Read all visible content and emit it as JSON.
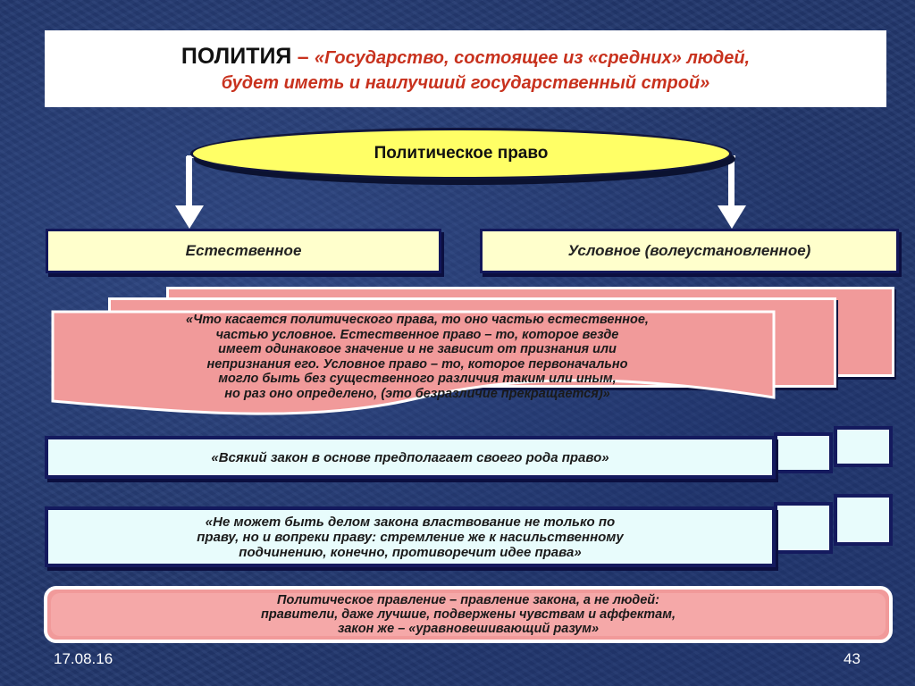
{
  "title": {
    "term": "ПОЛИТИЯ",
    "dash": "–",
    "quote_line1": "«Государство, состоящее из «средних» людей,",
    "quote_line2": "будет иметь и наилучший государственный строй»"
  },
  "diagram": {
    "root_label": "Политическое право",
    "left_label": "Естественное",
    "right_label": "Условное (волеустановленное)"
  },
  "quotes": {
    "pink_lines": [
      "«Что касается политического права, то оно частью естественное,",
      "частью условное. Естественное право – то, которое везде",
      "имеет одинаковое значение и не зависит от признания или",
      "непризнания его. Условное право – то, которое первоначально",
      "могло быть без существенного различия таким или иным,",
      "но раз оно определено, (это безразличие прекращается)»"
    ],
    "cyan1": "«Всякий закон в основе предполагает своего рода право»",
    "cyan2_lines": [
      "«Не может быть делом закона властвование не только по",
      "праву, но и вопреки праву: стремление же к насильственному",
      "подчинению, конечно, противоречит идее права»"
    ],
    "bottom_lines": [
      "Политическое правление – правление закона, а не людей:",
      "правители, даже лучшие, подвержены чувствам и аффектам,",
      "закон же – «уравновешивающий разум»"
    ]
  },
  "footer": {
    "date": "17.08.16",
    "page_number": "43"
  },
  "colors": {
    "background": "#23386e",
    "ellipse": "#ffff66",
    "category_fill": "#ffffcc",
    "pink": "#f19a9a",
    "cyan": "#e8fcfc",
    "accent_red": "#c8321e",
    "border_navy": "#141a5e"
  }
}
